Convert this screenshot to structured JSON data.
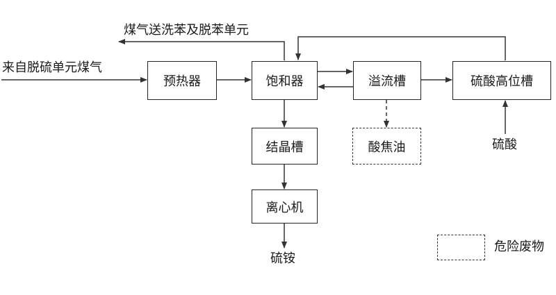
{
  "nodes": {
    "preheater": "预热器",
    "saturator": "饱和器",
    "overflow_tank": "溢流槽",
    "acid_head_tank": "硫酸高位槽",
    "crystal_tank": "结晶槽",
    "centrifuge": "离心机",
    "acid_tar": "酸焦油"
  },
  "labels": {
    "gas_in": "来自脱硫单元煤气",
    "gas_out": "煤气送洗苯及脱苯单元",
    "sulfuric_acid": "硫酸",
    "ammonium_sulfate": "硫铵"
  },
  "legend": {
    "hazardous_waste": "危险废物"
  }
}
